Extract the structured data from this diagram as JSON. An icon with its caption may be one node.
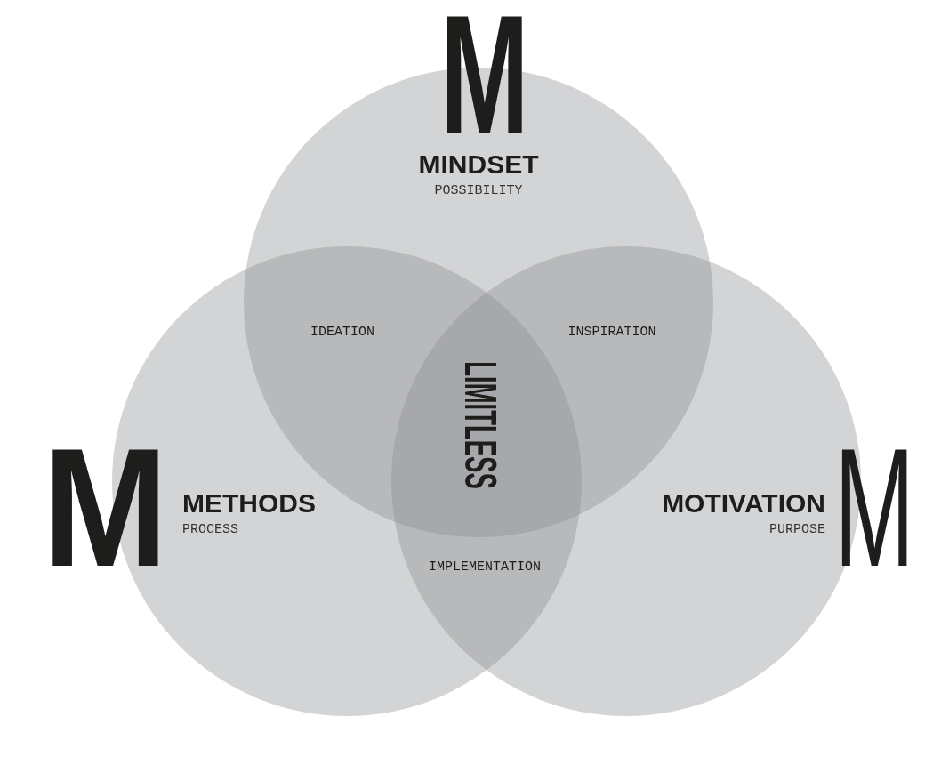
{
  "diagram": {
    "nodes": [
      {
        "text": [
          "M",
          "MINDSET",
          "POSSIBILITY"
        ]
      },
      {
        "text": [
          "M",
          "METHODS",
          "PROCESS"
        ]
      },
      {
        "text": [
          "MOTIVATION",
          "PURPOSE",
          "M"
        ]
      }
    ],
    "labels": [
      "IDEATION",
      "INSPIRATION",
      "LIMITLESS",
      "IMPLEMENTATION"
    ]
  }
}
